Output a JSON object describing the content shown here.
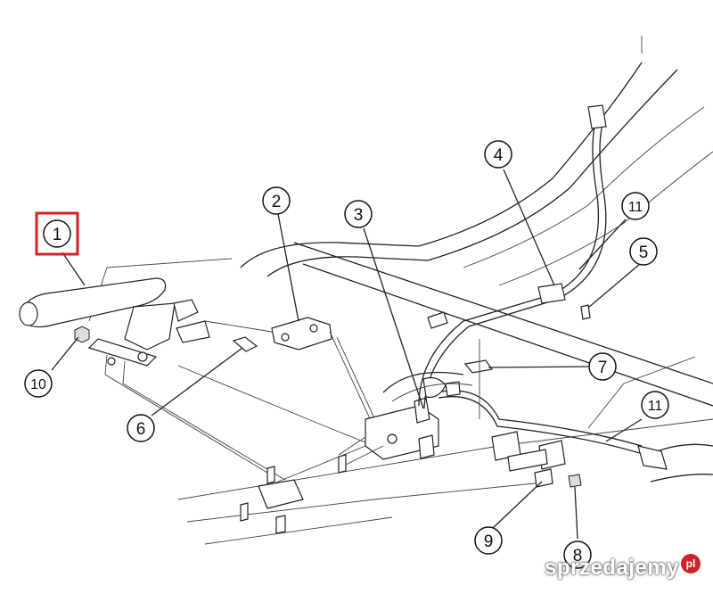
{
  "callouts": [
    {
      "label": "1",
      "highlighted": true
    },
    {
      "label": "2"
    },
    {
      "label": "3"
    },
    {
      "label": "4"
    },
    {
      "label": "5"
    },
    {
      "label": "6"
    },
    {
      "label": "7"
    },
    {
      "label": "8"
    },
    {
      "label": "9"
    },
    {
      "label": "10"
    },
    {
      "label": "11"
    },
    {
      "label": "11"
    }
  ],
  "watermark": {
    "text": "sprzedajemy",
    "badge": "pl"
  },
  "colors": {
    "highlight": "#d0202a",
    "badge": "#d0202a",
    "line": "#222222"
  }
}
